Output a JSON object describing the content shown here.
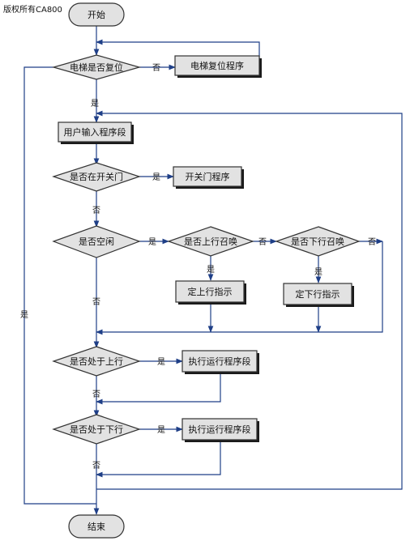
{
  "header": {
    "copyright": "版权所有CA800"
  },
  "nodes": {
    "start": "开始",
    "reset_check": "电梯是否复位",
    "reset_program": "电梯复位程序",
    "user_input": "用户输入程序段",
    "door_check": "是否在开关门",
    "door_program": "开关门程序",
    "idle_check": "是否空闲",
    "up_call_check": "是否上行召唤",
    "down_call_check": "是否下行召唤",
    "set_up": "定上行指示",
    "set_down": "定下行指示",
    "going_up_check": "是否处于上行",
    "run_up": "执行运行程序段",
    "going_down_check": "是否处于下行",
    "run_down": "执行运行程序段",
    "end": "结束"
  },
  "edge_labels": {
    "reset_no": "否",
    "reset_yes": "是",
    "door_yes": "是",
    "door_no": "否",
    "idle_yes": "是",
    "idle_no": "否",
    "up_call_no": "否",
    "up_call_yes": "是",
    "down_call_yes": "是",
    "down_call_no": "否",
    "going_up_yes": "是",
    "going_up_no": "否",
    "going_down_yes": "是",
    "going_down_no": "否",
    "left_loop_yes": "是"
  },
  "colors": {
    "arrow": "#1f3f87",
    "node_fill": "#e2e2e2",
    "node_stroke": "#333333",
    "shadow": "#1a1a1a"
  }
}
